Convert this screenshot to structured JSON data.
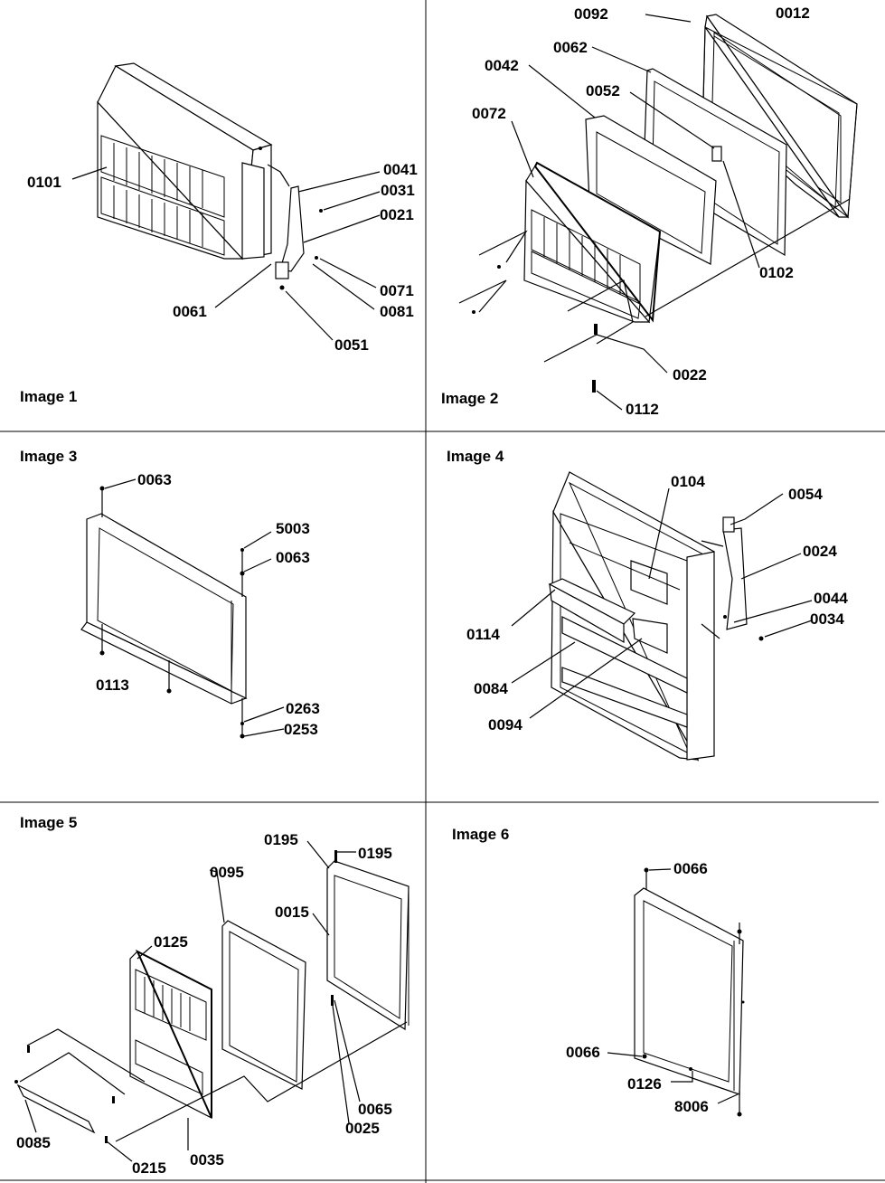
{
  "panels": [
    {
      "title": "Image 1",
      "labels": [
        "0101",
        "0041",
        "0031",
        "0021",
        "0071",
        "0081",
        "0061",
        "0051"
      ]
    },
    {
      "title": "Image 2",
      "labels": [
        "0092",
        "0012",
        "0062",
        "0042",
        "0052",
        "0072",
        "0102",
        "0022",
        "0112"
      ]
    },
    {
      "title": "Image 3",
      "labels": [
        "0063",
        "5003",
        "0063",
        "0113",
        "0263",
        "0253"
      ]
    },
    {
      "title": "Image 4",
      "labels": [
        "0104",
        "0054",
        "0024",
        "0114",
        "0044",
        "0034",
        "0084",
        "0094"
      ]
    },
    {
      "title": "Image 5",
      "labels": [
        "0195",
        "0195",
        "0095",
        "0015",
        "0125",
        "0065",
        "0025",
        "0085",
        "0215",
        "0035"
      ]
    },
    {
      "title": "Image 6",
      "labels": [
        "0066",
        "0066",
        "0126",
        "8006"
      ]
    }
  ]
}
